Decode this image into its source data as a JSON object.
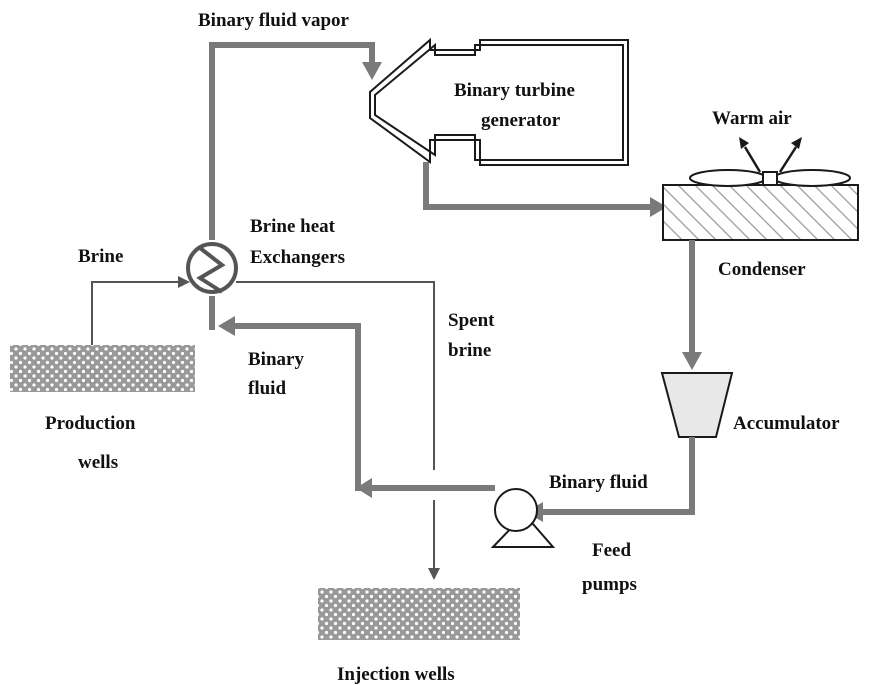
{
  "labels": {
    "binary_fluid_vapor": "Binary fluid vapor",
    "turbine_line1": "Binary turbine",
    "turbine_line2": "generator",
    "warm_air": "Warm air",
    "condenser": "Condenser",
    "brine": "Brine",
    "heat_exchanger_line1": "Brine heat",
    "heat_exchanger_line2": "Exchangers",
    "spent_brine_line1": "Spent",
    "spent_brine_line2": "brine",
    "binary_fluid_left_line1": "Binary",
    "binary_fluid_left_line2": "fluid",
    "production_line1": "Production",
    "production_line2": "wells",
    "accumulator": "Accumulator",
    "binary_fluid_right": "Binary fluid",
    "feed_pumps_line1": "Feed",
    "feed_pumps_line2": "pumps",
    "injection_wells": "Injection wells"
  },
  "colors": {
    "pipe": "#7a7a7a",
    "thin_line": "#555555",
    "well_fill": "#999999",
    "outline": "#1a1a1a",
    "accumulator_fill": "#e8e8e8"
  }
}
